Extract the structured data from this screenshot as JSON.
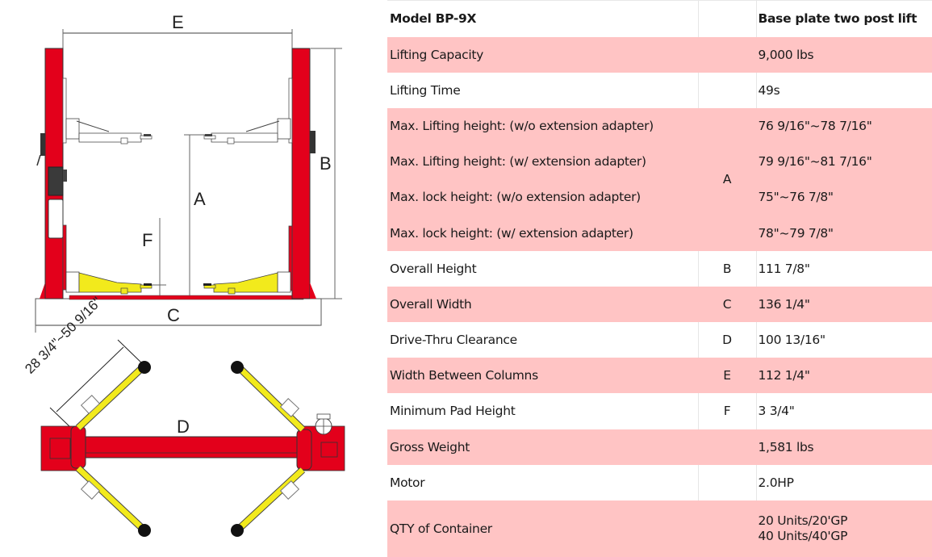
{
  "diagram": {
    "colors": {
      "column": "#e3001b",
      "arm_yellow": "#f2ea1c",
      "base": "#e3001b",
      "dim_line": "#666666",
      "pad": "#111111"
    },
    "labels": {
      "E": "E",
      "B": "B",
      "A": "A",
      "F": "F",
      "C": "C",
      "D": "D",
      "arm_reach": "28 3/4\"~50 9/16\""
    }
  },
  "table": {
    "colors": {
      "row_pink": "#ffc4c4",
      "row_white": "#ffffff",
      "text": "#1a1a1a"
    },
    "header": {
      "model": "Model BP-9X",
      "code": "",
      "type": "Base plate two post lift"
    },
    "rows": [
      {
        "label": "Lifting Capacity",
        "code": "",
        "value": "9,000 lbs",
        "style": "pink"
      },
      {
        "label": "Lifting Time",
        "code": "",
        "value": "49s",
        "style": "white"
      },
      {
        "label": "Max. Lifting height: (w/o extension adapter)",
        "code": "A",
        "value": "76 9/16\"~78 7/16\"",
        "style": "pink"
      },
      {
        "label": "Max. Lifting height:  (w/ extension adapter)",
        "code": "A",
        "value": "79 9/16\"~81 7/16\"",
        "style": "pink"
      },
      {
        "label": "Max. lock height:  (w/o extension adapter)",
        "code": "A",
        "value": "75\"~76 7/8\"",
        "style": "pink"
      },
      {
        "label": "Max. lock height:  (w/ extension adapter)",
        "code": "A",
        "value": "78\"~79 7/8\"",
        "style": "pink"
      },
      {
        "label": "Overall Height",
        "code": "B",
        "value": "111 7/8\"",
        "style": "white"
      },
      {
        "label": "Overall Width",
        "code": "C",
        "value": "136 1/4\"",
        "style": "pink"
      },
      {
        "label": "Drive-Thru Clearance",
        "code": "D",
        "value": "100 13/16\"",
        "style": "white"
      },
      {
        "label": "Width Between Columns",
        "code": "E",
        "value": "112 1/4\"",
        "style": "pink"
      },
      {
        "label": "Minimum Pad Height",
        "code": "F",
        "value": "3 3/4\"",
        "style": "white"
      },
      {
        "label": "Gross Weight",
        "code": "",
        "value": "1,581 lbs",
        "style": "pink"
      },
      {
        "label": "Motor",
        "code": "",
        "value": "2.0HP",
        "style": "white"
      },
      {
        "label": "QTY of Container",
        "code": "",
        "value_lines": [
          "20 Units/20'GP",
          "40 Units/40'GP"
        ],
        "style": "pink"
      }
    ]
  }
}
